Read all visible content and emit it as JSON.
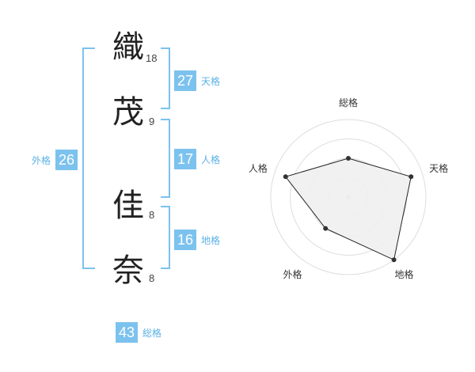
{
  "name": {
    "chars": [
      {
        "char": "織",
        "strokes": "18"
      },
      {
        "char": "茂",
        "strokes": "9"
      },
      {
        "char": "佳",
        "strokes": "8"
      },
      {
        "char": "奈",
        "strokes": "8"
      }
    ]
  },
  "kaku": {
    "tenkaku": {
      "value": "27",
      "label": "天格"
    },
    "jinkaku": {
      "value": "17",
      "label": "人格"
    },
    "chikaku": {
      "value": "16",
      "label": "地格"
    },
    "gaikaku": {
      "value": "26",
      "label": "外格"
    },
    "soukaku": {
      "value": "43",
      "label": "総格"
    }
  },
  "colors": {
    "accent": "#7cc2ee",
    "accent_text": "#5ab1e6",
    "radar_fill": "#efefef",
    "radar_line": "#222222"
  },
  "chart_data": {
    "type": "radar",
    "axes": [
      "総格",
      "天格",
      "地格",
      "外格",
      "人格"
    ],
    "values": [
      0.5,
      0.85,
      1.0,
      0.5,
      0.85
    ],
    "rings": 4,
    "grid": true
  }
}
